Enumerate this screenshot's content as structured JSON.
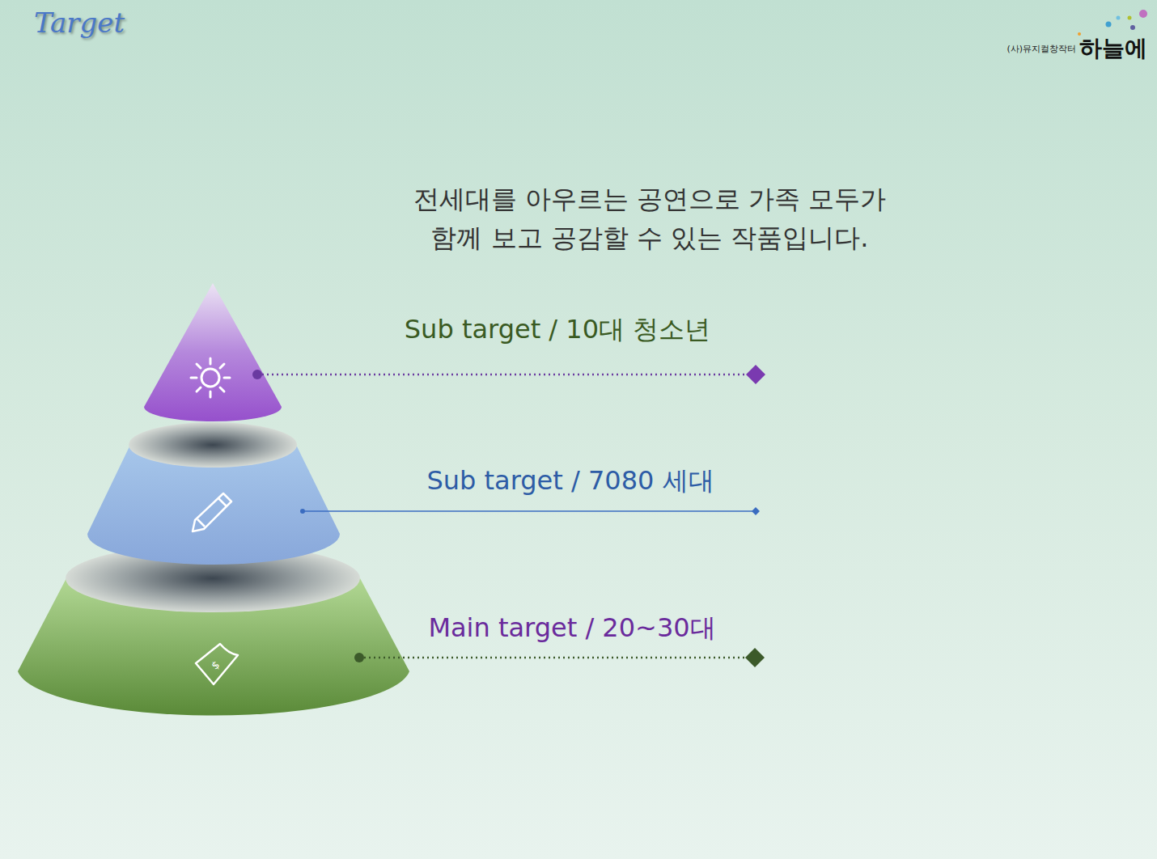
{
  "diagram": {
    "title": "Target",
    "labels": [
      "(사)뮤지컬창작터",
      "하늘에",
      "전세대를 아우르는 공연으로 가족 모두가 함께 보고 공감할 수 있는 작품입니다.",
      "Sub target / 10대 청소년",
      "Sub target / 7080 세대",
      "Main target / 20~30대"
    ]
  }
}
